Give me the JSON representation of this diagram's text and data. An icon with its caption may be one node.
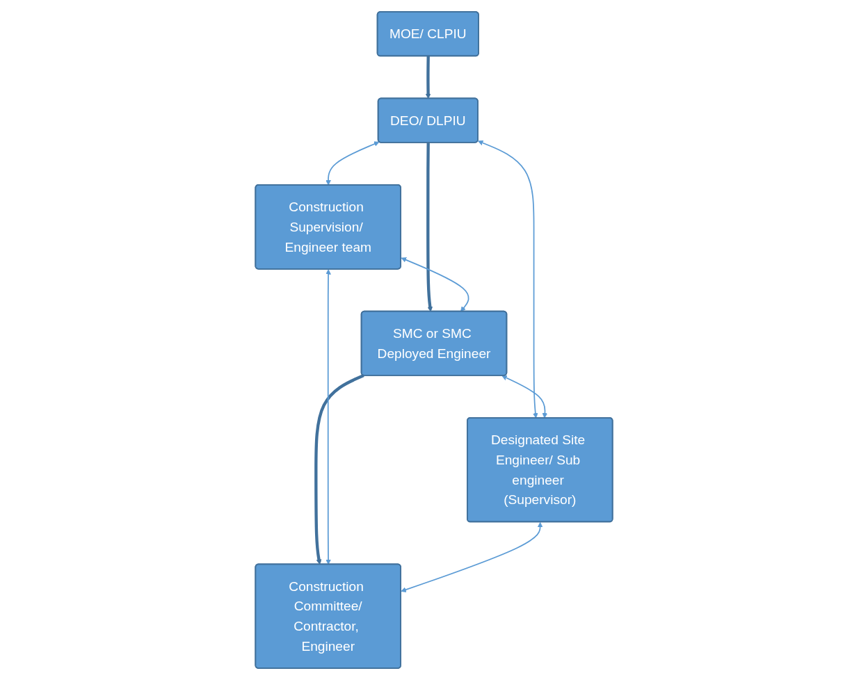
{
  "diagram": {
    "nodes": [
      {
        "text": [
          "MOE/ CLPIU"
        ]
      },
      {
        "text": [
          "DEO/ DLPIU"
        ]
      },
      {
        "text": [
          "Construction Supervision/ Engineer team"
        ]
      },
      {
        "text": [
          "SMC or SMC Deployed Engineer"
        ]
      },
      {
        "text": [
          "Designated Site Engineer/ Sub engineer (Supervisor)"
        ]
      },
      {
        "text": [
          "Construction Committee/",
          "Contractor, Engineer"
        ]
      }
    ],
    "edges": [
      {
        "from": 0,
        "to": 1,
        "arrow": "to",
        "style": "thick",
        "color": "#41719c"
      },
      {
        "from": 1,
        "to": 2,
        "arrow": "both"
      },
      {
        "from": 1,
        "to": 3,
        "arrow": "to",
        "style": "thick",
        "color": "#41719c"
      },
      {
        "from": 1,
        "to": 4,
        "arrow": "both"
      },
      {
        "from": 2,
        "to": 3,
        "arrow": "both"
      },
      {
        "from": 3,
        "to": 4,
        "arrow": "both"
      },
      {
        "from": 3,
        "to": 5,
        "arrow": "to",
        "style": "thick",
        "color": "#41719c"
      },
      {
        "from": 2,
        "to": 5,
        "arrow": "both"
      },
      {
        "from": 4,
        "to": 5,
        "arrow": "both"
      }
    ]
  }
}
